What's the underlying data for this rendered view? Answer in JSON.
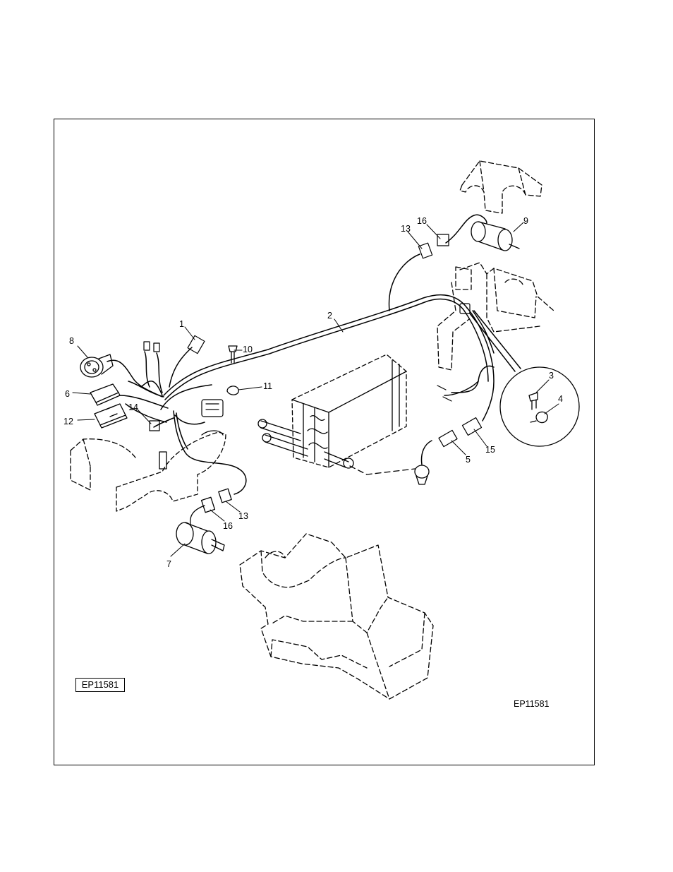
{
  "figure": {
    "badge_label": "EP11581",
    "id_label": "EP11581"
  },
  "callouts": [
    {
      "key": "c1",
      "label": "1"
    },
    {
      "key": "c2",
      "label": "2"
    },
    {
      "key": "c3",
      "label": "3"
    },
    {
      "key": "c4",
      "label": "4"
    },
    {
      "key": "c5",
      "label": "5"
    },
    {
      "key": "c6",
      "label": "6"
    },
    {
      "key": "c7",
      "label": "7"
    },
    {
      "key": "c8",
      "label": "8"
    },
    {
      "key": "c9",
      "label": "9"
    },
    {
      "key": "c10",
      "label": "10"
    },
    {
      "key": "c11",
      "label": "11"
    },
    {
      "key": "c12",
      "label": "12"
    },
    {
      "key": "c13a",
      "label": "13"
    },
    {
      "key": "c13b",
      "label": "13"
    },
    {
      "key": "c14",
      "label": "14"
    },
    {
      "key": "c15",
      "label": "15"
    },
    {
      "key": "c16a",
      "label": "16"
    },
    {
      "key": "c16b",
      "label": "16"
    }
  ]
}
